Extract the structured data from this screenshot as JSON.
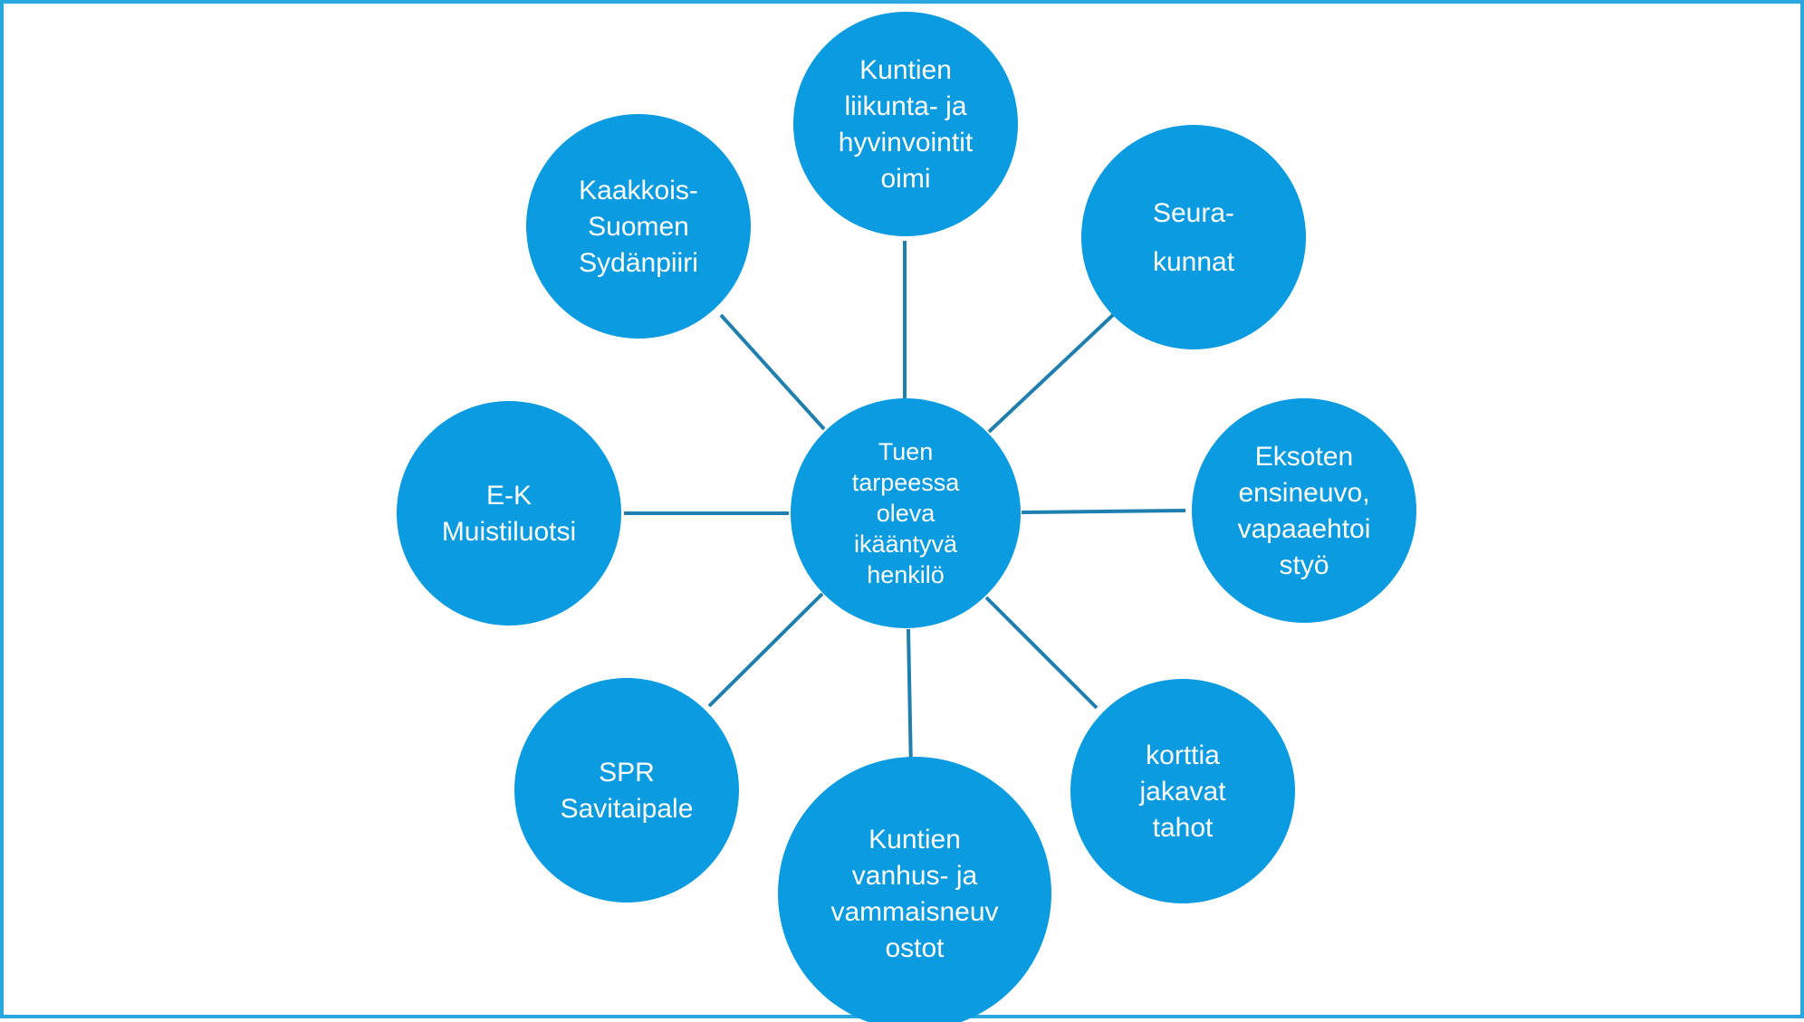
{
  "diagram": {
    "center": {
      "lines": [
        "Tuen",
        "tarpeessa",
        "oleva",
        "ikääntyvä",
        "henkilö"
      ]
    },
    "nodes": [
      {
        "id": "kuntien-liikunta",
        "lines": [
          "Kuntien",
          "liikunta- ja",
          "hyvinvointit",
          "oimi"
        ]
      },
      {
        "id": "seurakunnat",
        "lines": [
          "Seura-",
          "kunnat"
        ]
      },
      {
        "id": "eksote",
        "lines": [
          "Eksoten",
          "ensineuvo,",
          "vapaaehtoi",
          "styö"
        ]
      },
      {
        "id": "korttia-jakavat",
        "lines": [
          "korttia",
          "jakavat",
          "tahot"
        ]
      },
      {
        "id": "kuntien-vanhus",
        "lines": [
          "Kuntien",
          "vanhus- ja",
          "vammaisneuv",
          "ostot"
        ]
      },
      {
        "id": "spr",
        "lines": [
          "SPR",
          "Savitaipale"
        ]
      },
      {
        "id": "ek-muistiluotsi",
        "lines": [
          "E-K",
          "Muistiluotsi"
        ]
      },
      {
        "id": "kaakkois-suomen",
        "lines": [
          "Kaakkois-",
          "Suomen",
          "Sydänpiiri"
        ]
      }
    ],
    "colors": {
      "node_fill": "#0a9be1",
      "connector": "#1f7fae",
      "frame_border": "#29a8e0",
      "text": "#ffffff"
    }
  }
}
